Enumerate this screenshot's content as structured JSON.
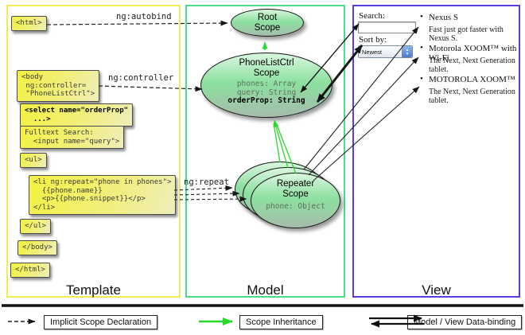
{
  "columns": {
    "template": {
      "label": "Template"
    },
    "model": {
      "label": "Model"
    },
    "view": {
      "label": "View"
    }
  },
  "template": {
    "boxes": [
      {
        "id": "html-open",
        "code": "<html>"
      },
      {
        "id": "body-open",
        "code": "<body\n ng:controller=\n \"PhoneListCtrl\">"
      },
      {
        "id": "select",
        "code": "<select name=\"orderProp\"\n  ...>"
      },
      {
        "id": "fulltext",
        "code": "Fulltext Search:\n  <input name=\"query\">"
      },
      {
        "id": "ul-open",
        "code": "<ul>"
      },
      {
        "id": "li-repeat",
        "code": "<li ng:repeat=\"phone in phones\">\n  {{phone.name}}\n  <p>{{phone.snippet}}</p>\n</li>"
      },
      {
        "id": "ul-close",
        "code": "</ul>"
      },
      {
        "id": "body-close",
        "code": "</body>"
      },
      {
        "id": "html-close",
        "code": "</html>"
      }
    ]
  },
  "arrow_labels": {
    "autobind": "ng:autobind",
    "controller": "ng:controller",
    "repeat": "ng:repeat"
  },
  "model": {
    "root_scope": {
      "title": "Root\nScope"
    },
    "phonelist_scope": {
      "title": "PhoneListCtrl\nScope",
      "props": "phones: Array\nquery: String",
      "bold_prop": "orderProp: String"
    },
    "repeater_scope": {
      "title": "Repeater\nScope",
      "prop": "phone: Object"
    }
  },
  "view": {
    "search_label": "Search:",
    "sort_label": "Sort by:",
    "sort_value": "Newest",
    "items": [
      {
        "title": "Nexus S",
        "desc": "Fast just got faster with Nexus S."
      },
      {
        "title": "Motorola XOOM™ with Wi-Fi",
        "desc": "The Next, Next Generation tablet."
      },
      {
        "title": "MOTOROLA XOOM™",
        "desc": "The Next, Next Generation tablet."
      }
    ]
  },
  "legend": {
    "implicit": "Implicit Scope Declaration",
    "inheritance": "Scope Inheritance",
    "databinding": "Model / View Data-binding"
  },
  "colors": {
    "template_border": "#f0ee52",
    "model_border": "#4adb8e",
    "view_border": "#5a3cdf",
    "scope_green": "#8ce0a0",
    "box_yellow": "#f3f141",
    "arrow_green": "#2ad82a"
  }
}
